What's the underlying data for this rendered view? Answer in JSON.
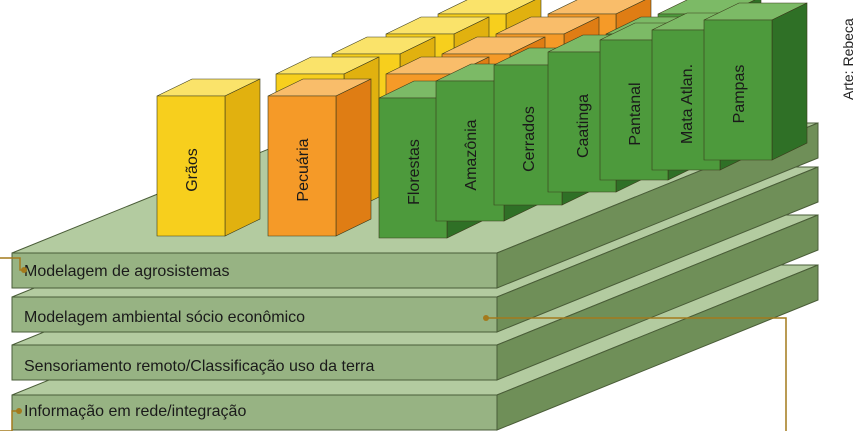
{
  "credit": "Arte: Rebeca",
  "layers": [
    {
      "label": "Modelagem de agrosistemas"
    },
    {
      "label": "Modelagem ambiental sócio econômico"
    },
    {
      "label": "Sensoriamento remoto/Classificação uso da terra"
    },
    {
      "label": "Informação em rede/integração"
    }
  ],
  "blocks": {
    "graos": "Grãos",
    "pecuaria": "Pecuária",
    "florestas": "Florestas",
    "amazonia": "Amazônia",
    "cerrados": "Cerrados",
    "caatinga": "Caatinga",
    "pantanal": "Pantanal",
    "mata_atlantica": "Mata Atlan.",
    "pampas": "Pampas"
  },
  "colors": {
    "layer_top": "#b3cba0",
    "layer_front": "#97b383",
    "layer_side": "#6f8f58",
    "layer_stroke": "#4a5d38",
    "yellow_front": "#f7cf1d",
    "yellow_side": "#e1b10f",
    "yellow_top": "#fae36a",
    "orange_front": "#f59a28",
    "orange_side": "#df7d14",
    "orange_top": "#f9bd6a",
    "green_front": "#4d9a3c",
    "green_side": "#2f7026",
    "green_top": "#7cba66",
    "connector": "#a47a1c"
  }
}
